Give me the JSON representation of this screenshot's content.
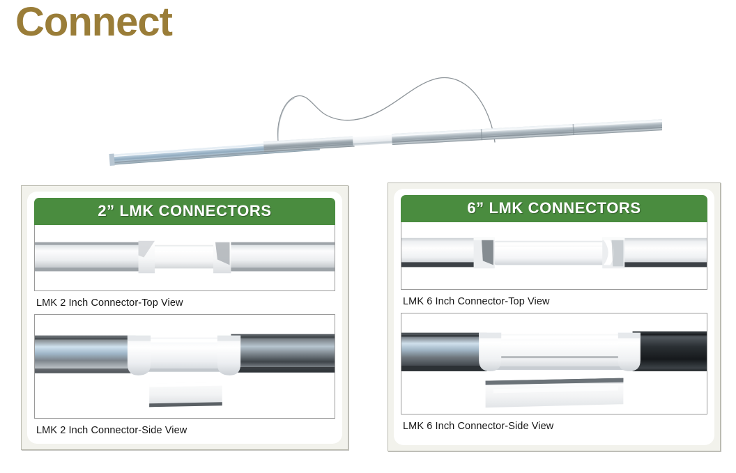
{
  "page": {
    "title": "Connect",
    "title_color": "#9a7d38",
    "background_color": "#ffffff"
  },
  "hero": {
    "name": "led-light-bar-with-wire-photo",
    "description": "Long aluminum LED light bar assembly with thin curving lead wire"
  },
  "panels": [
    {
      "id": "panel-2in",
      "header": "2” LMK CONNECTORS",
      "header_color": "#4a8c3f",
      "figures": [
        {
          "name": "lmk-2-inch-connector-top-view-photo",
          "caption": "LMK 2 Inch Connector-Top View",
          "view": "top"
        },
        {
          "name": "lmk-2-inch-connector-side-view-photo",
          "caption": "LMK 2 Inch Connector-Side View",
          "view": "side"
        }
      ]
    },
    {
      "id": "panel-6in",
      "header": "6” LMK CONNECTORS",
      "header_color": "#4a8c3f",
      "figures": [
        {
          "name": "lmk-6-inch-connector-top-view-photo",
          "caption": "LMK 6 Inch Connector-Top View",
          "view": "top"
        },
        {
          "name": "lmk-6-inch-connector-side-view-photo",
          "caption": "LMK 6 Inch Connector-Side View",
          "view": "side"
        }
      ]
    }
  ]
}
